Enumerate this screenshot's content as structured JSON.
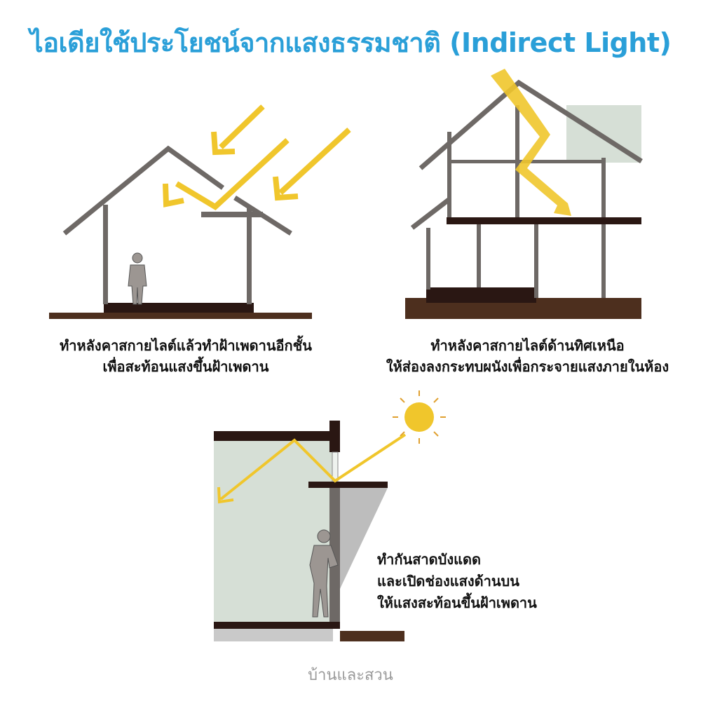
{
  "title": "ไอเดียใช้ประโยชน์จากแสงธรรมชาติ (Indirect Light)",
  "diagrams": [
    {
      "caption_lines": [
        "ทำหลังคาสกายไลต์แล้วทำฝ้าเพดานอีกชั้น",
        "เพื่อสะท้อนแสงขึ้นฝ้าเพดาน"
      ]
    },
    {
      "caption_lines": [
        "ทำหลังคาสกายไลต์ด้านทิศเหนือ",
        "ให้ส่องลงกระทบผนังเพื่อกระจายแสงภายในห้อง"
      ]
    },
    {
      "caption_lines": [
        "ทำกันสาดบังแดด",
        "และเปิดช่องแสงด้านบน",
        "ให้แสงสะท้อนขึ้นฝ้าเพดาน"
      ]
    }
  ],
  "watermark": "บ้านและสวน",
  "colors": {
    "title": "#2a9fd8",
    "light": "#f0c62c",
    "wall": "#6e6966",
    "slab": "#2a1713",
    "ground": "#4d2f1e",
    "room": "#d6dfd6"
  }
}
